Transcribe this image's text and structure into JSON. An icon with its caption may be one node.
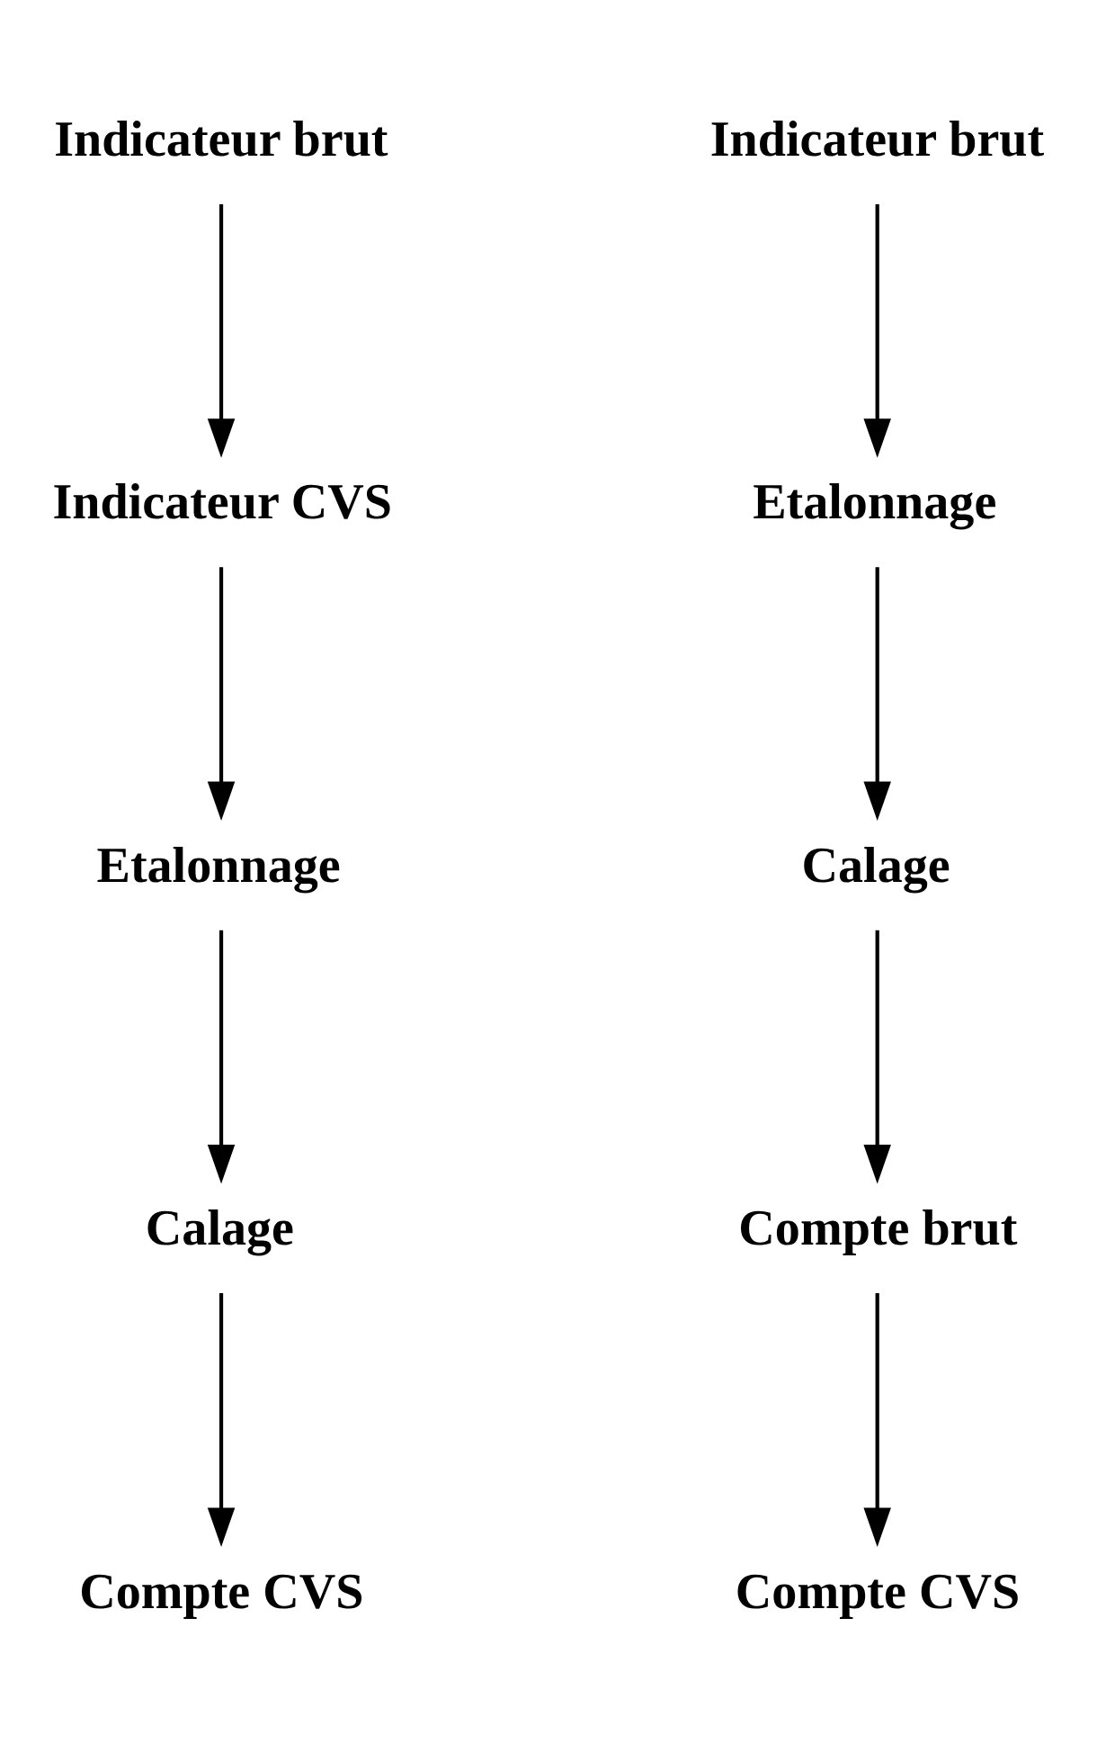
{
  "diagram": {
    "nodes": [
      {
        "text": [
          "Indicateur brut"
        ]
      },
      {
        "text": [
          "Indicateur CVS"
        ]
      },
      {
        "text": [
          "Etalonnage"
        ]
      },
      {
        "text": [
          "Calage"
        ]
      },
      {
        "text": [
          "Compte CVS"
        ]
      },
      {
        "text": [
          "Indicateur brut"
        ]
      },
      {
        "text": [
          "Etalonnage"
        ]
      },
      {
        "text": [
          "Calage"
        ]
      },
      {
        "text": [
          "Compte brut"
        ]
      },
      {
        "text": [
          "Compte CVS"
        ]
      }
    ],
    "edges": [
      {
        "from": 0,
        "to": 1,
        "arrow": "to"
      },
      {
        "from": 1,
        "to": 2,
        "arrow": "to"
      },
      {
        "from": 2,
        "to": 3,
        "arrow": "to"
      },
      {
        "from": 3,
        "to": 4,
        "arrow": "to"
      },
      {
        "from": 5,
        "to": 6,
        "arrow": "to"
      },
      {
        "from": 6,
        "to": 7,
        "arrow": "to"
      },
      {
        "from": 7,
        "to": 8,
        "arrow": "to"
      },
      {
        "from": 8,
        "to": 9,
        "arrow": "to"
      }
    ]
  }
}
